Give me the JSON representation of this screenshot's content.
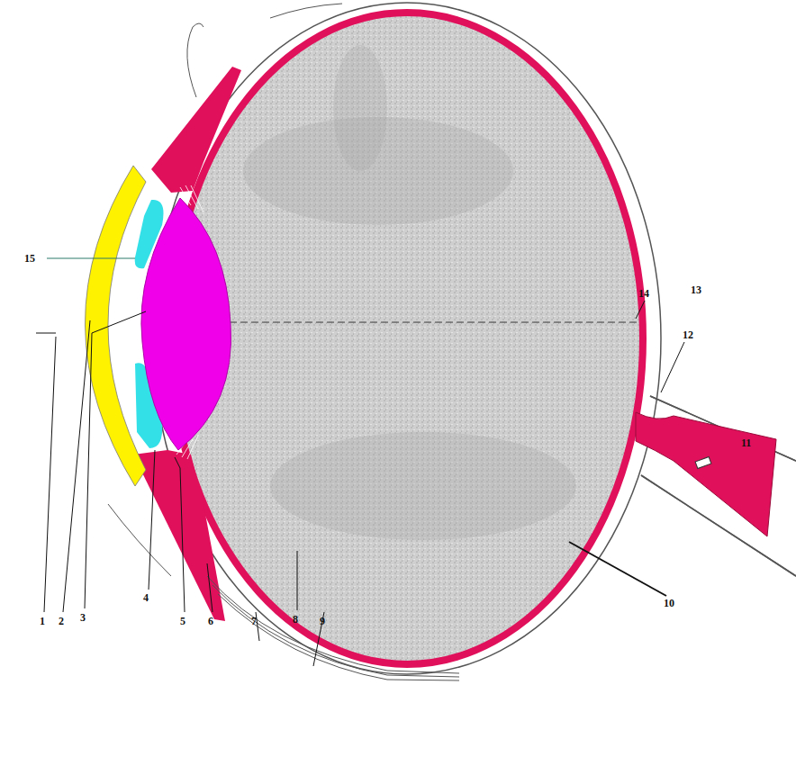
{
  "diagram": {
    "labels": [
      "15",
      "14",
      "13",
      "12",
      "11",
      "1",
      "2",
      "3",
      "4",
      "5",
      "6",
      "7",
      "8",
      "9",
      "10"
    ]
  }
}
